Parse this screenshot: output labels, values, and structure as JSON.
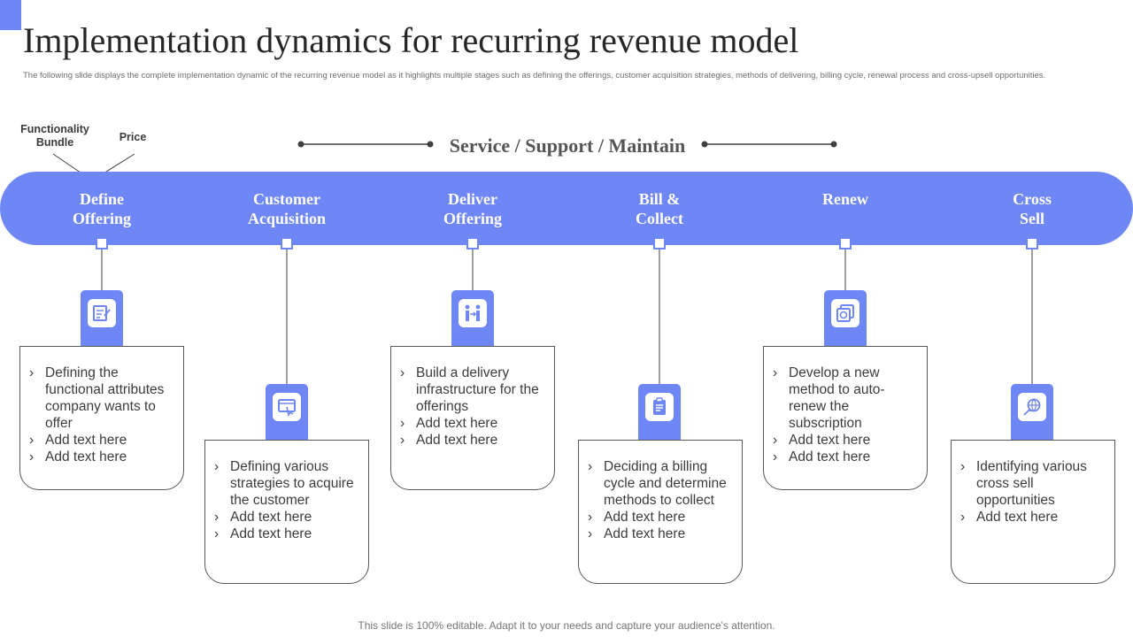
{
  "title": "Implementation dynamics for recurring revenue model",
  "subtitle": "The following slide displays the complete implementation  dynamic of the recurring revenue model as it highlights multiple  stages such as defining the offerings, customer acquisition strategies, methods of delivering, billing  cycle, renewal process and cross-upsell opportunities.",
  "annotations": {
    "functionality_bundle": "Functionality Bundle",
    "price": "Price"
  },
  "service_label": "Service / Support / Maintain",
  "colors": {
    "accent": "#6f86f5",
    "border": "#595959"
  },
  "stages": [
    {
      "label_line1": "Define",
      "label_line2": "Offering",
      "icon": "checklist-board-icon",
      "bullets": [
        "Defining the functional attributes company wants to offer",
        "Add text here",
        "Add text here"
      ]
    },
    {
      "label_line1": "Customer",
      "label_line2": "Acquisition",
      "icon": "browser-cursor-icon",
      "bullets": [
        "Defining  various strategies to acquire the customer",
        "Add text here",
        "Add text here"
      ]
    },
    {
      "label_line1": "Deliver",
      "label_line2": "Offering",
      "icon": "people-delivery-icon",
      "bullets": [
        "Build a delivery infrastructure  for the offerings",
        "Add text here",
        "Add text here"
      ]
    },
    {
      "label_line1": "Bill &",
      "label_line2": "Collect",
      "icon": "clipboard-invoice-icon",
      "bullets": [
        "Deciding a billing cycle and determine methods to collect",
        "Add text here",
        "Add text here"
      ]
    },
    {
      "label_line1": "Renew",
      "label_line2": "",
      "icon": "renew-cycle-icon",
      "bullets": [
        "Develop a new method to auto-renew the subscription",
        "Add text here",
        "Add text here"
      ]
    },
    {
      "label_line1": "Cross",
      "label_line2": "Sell",
      "icon": "cross-sell-globe-icon",
      "bullets": [
        "Identifying various cross sell opportunities",
        "Add text here"
      ]
    }
  ],
  "footer": "This slide is 100% editable. Adapt it to your needs and capture your audience's attention."
}
